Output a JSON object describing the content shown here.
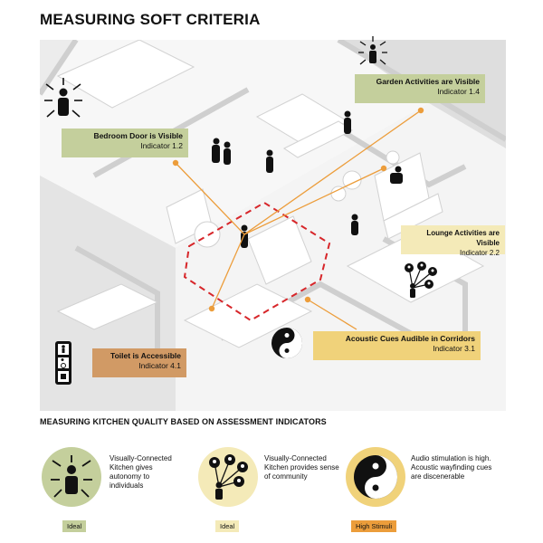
{
  "title": "MEASURING SOFT CRITERIA",
  "subtitle": "MEASURING KITCHEN QUALITY BASED ON ASSESSMENT INDICATORS",
  "colors": {
    "green": "#c4cf9c",
    "yellow": "#f0e29a",
    "orange": "#ec9d3b",
    "brown": "#d19a65",
    "paleYellow": "#f4eab8",
    "red": "#d7262a"
  },
  "indicators": [
    {
      "name": "Garden Activities are Visible",
      "sub": "Indicator 1.4"
    },
    {
      "name": "Bedroom Door is Visible",
      "sub": "Indicator 1.2"
    },
    {
      "name": "Lounge Activities are Visible",
      "sub": "Indicator 2.2"
    },
    {
      "name": "Acoustic Cues Audible in Corridors",
      "sub": "Indicator 3.1"
    },
    {
      "name": "Toilet is Accessible",
      "sub": "Indicator 4.1"
    }
  ],
  "cards": [
    {
      "text": "Visually-Connected Kitchen gives autonomy to individuals",
      "tag": "Ideal",
      "icon": "person-arrows-icon"
    },
    {
      "text": "Visually-Connected Kitchen provides sense of community",
      "tag": "Ideal",
      "icon": "community-network-icon"
    },
    {
      "text": "Audio stimulation is high. Acoustic wayfinding cues are discenerable",
      "tag": "High Stimuli",
      "icon": "yin-yang-icon"
    }
  ]
}
